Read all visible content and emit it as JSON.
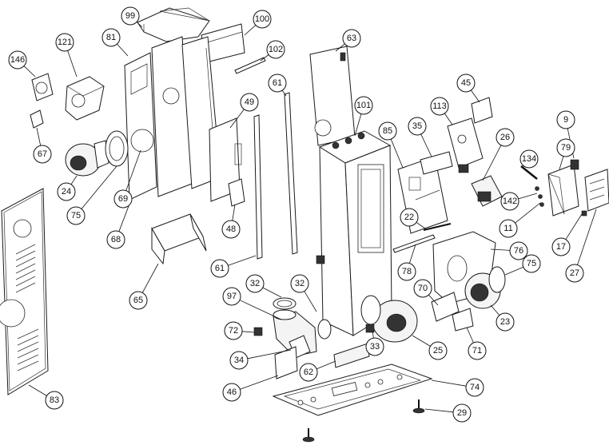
{
  "callouts": [
    {
      "id": "99"
    },
    {
      "id": "100"
    },
    {
      "id": "81"
    },
    {
      "id": "121"
    },
    {
      "id": "146"
    },
    {
      "id": "102"
    },
    {
      "id": "63"
    },
    {
      "id": "61"
    },
    {
      "id": "49"
    },
    {
      "id": "101"
    },
    {
      "id": "45"
    },
    {
      "id": "113"
    },
    {
      "id": "35"
    },
    {
      "id": "85"
    },
    {
      "id": "26"
    },
    {
      "id": "9"
    },
    {
      "id": "79"
    },
    {
      "id": "134"
    },
    {
      "id": "67"
    },
    {
      "id": "24"
    },
    {
      "id": "75"
    },
    {
      "id": "69"
    },
    {
      "id": "142"
    },
    {
      "id": "48"
    },
    {
      "id": "22"
    },
    {
      "id": "11"
    },
    {
      "id": "68"
    },
    {
      "id": "17"
    },
    {
      "id": "61"
    },
    {
      "id": "76"
    },
    {
      "id": "78"
    },
    {
      "id": "75"
    },
    {
      "id": "27"
    },
    {
      "id": "32"
    },
    {
      "id": "32"
    },
    {
      "id": "65"
    },
    {
      "id": "97"
    },
    {
      "id": "70"
    },
    {
      "id": "23"
    },
    {
      "id": "72"
    },
    {
      "id": "71"
    },
    {
      "id": "33"
    },
    {
      "id": "25"
    },
    {
      "id": "34"
    },
    {
      "id": "62"
    },
    {
      "id": "46"
    },
    {
      "id": "74"
    },
    {
      "id": "83"
    },
    {
      "id": "29"
    }
  ]
}
